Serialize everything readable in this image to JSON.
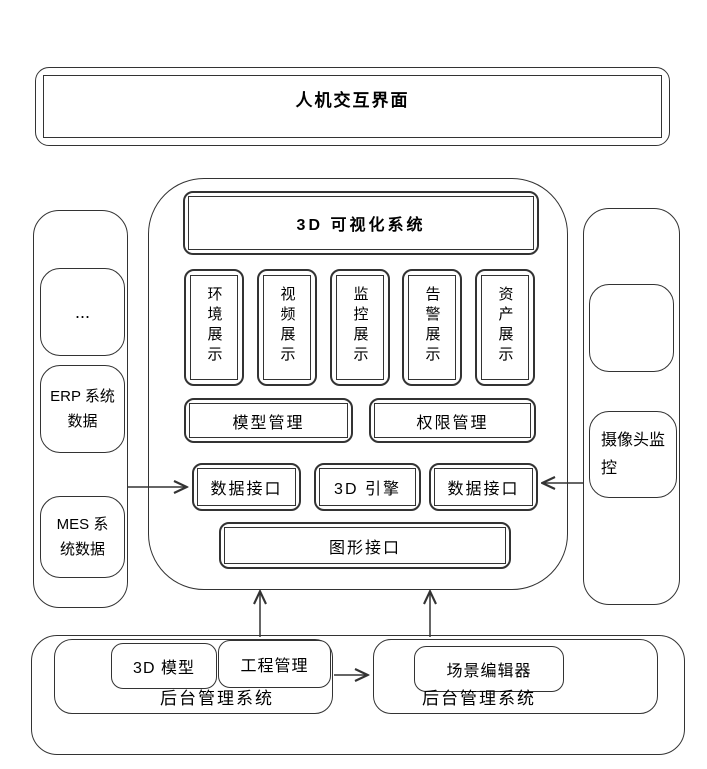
{
  "colors": {
    "border": "#333333",
    "background": "#ffffff",
    "text": "#000000"
  },
  "top_panel": {
    "title": "人机交互界面"
  },
  "core_system": {
    "title": "3D 可视化系统",
    "display_modules": [
      "环境展示",
      "视频展示",
      "监控展示",
      "告警展示",
      "资产展示"
    ],
    "management_modules": [
      "模型管理",
      "权限管理"
    ],
    "interface_modules": [
      "数据接口",
      "3D 引擎",
      "数据接口"
    ],
    "graphics_interface": "图形接口"
  },
  "left_panel": {
    "ellipsis": "...",
    "erp": "ERP 系统数据",
    "mes": "MES 系统数据"
  },
  "right_panel": {
    "camera": "摄像头监控"
  },
  "bottom_panel": {
    "left_group": {
      "label": "后台管理系统",
      "modules": [
        "3D 模型",
        "工程管理"
      ]
    },
    "right_group": {
      "label": "后台管理系统",
      "modules": [
        "场景编辑器"
      ]
    }
  }
}
